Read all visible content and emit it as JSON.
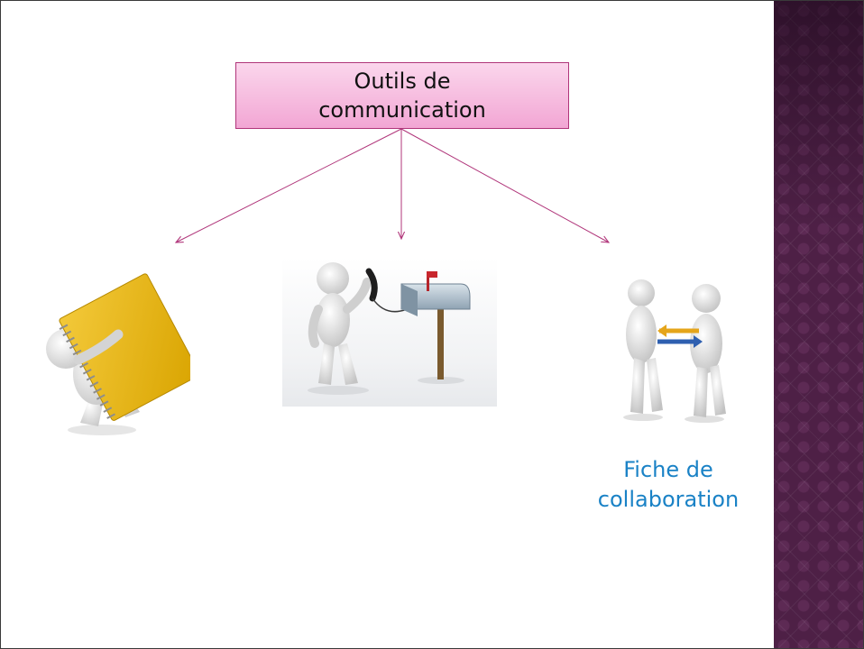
{
  "diagram": {
    "root": {
      "line1": "Outils de",
      "line2": "communication"
    },
    "branches": [
      {
        "image": "notebook-carrier-figure"
      },
      {
        "image": "phone-mailbox-figure"
      },
      {
        "image": "collaboration-figures",
        "caption_line1": "Fiche de",
        "caption_line2": "collaboration"
      }
    ]
  },
  "colors": {
    "connector": "#b0357a",
    "root_fill": "#f5b4dc",
    "caption": "#1a82c6",
    "side_band": "#4e2046"
  }
}
